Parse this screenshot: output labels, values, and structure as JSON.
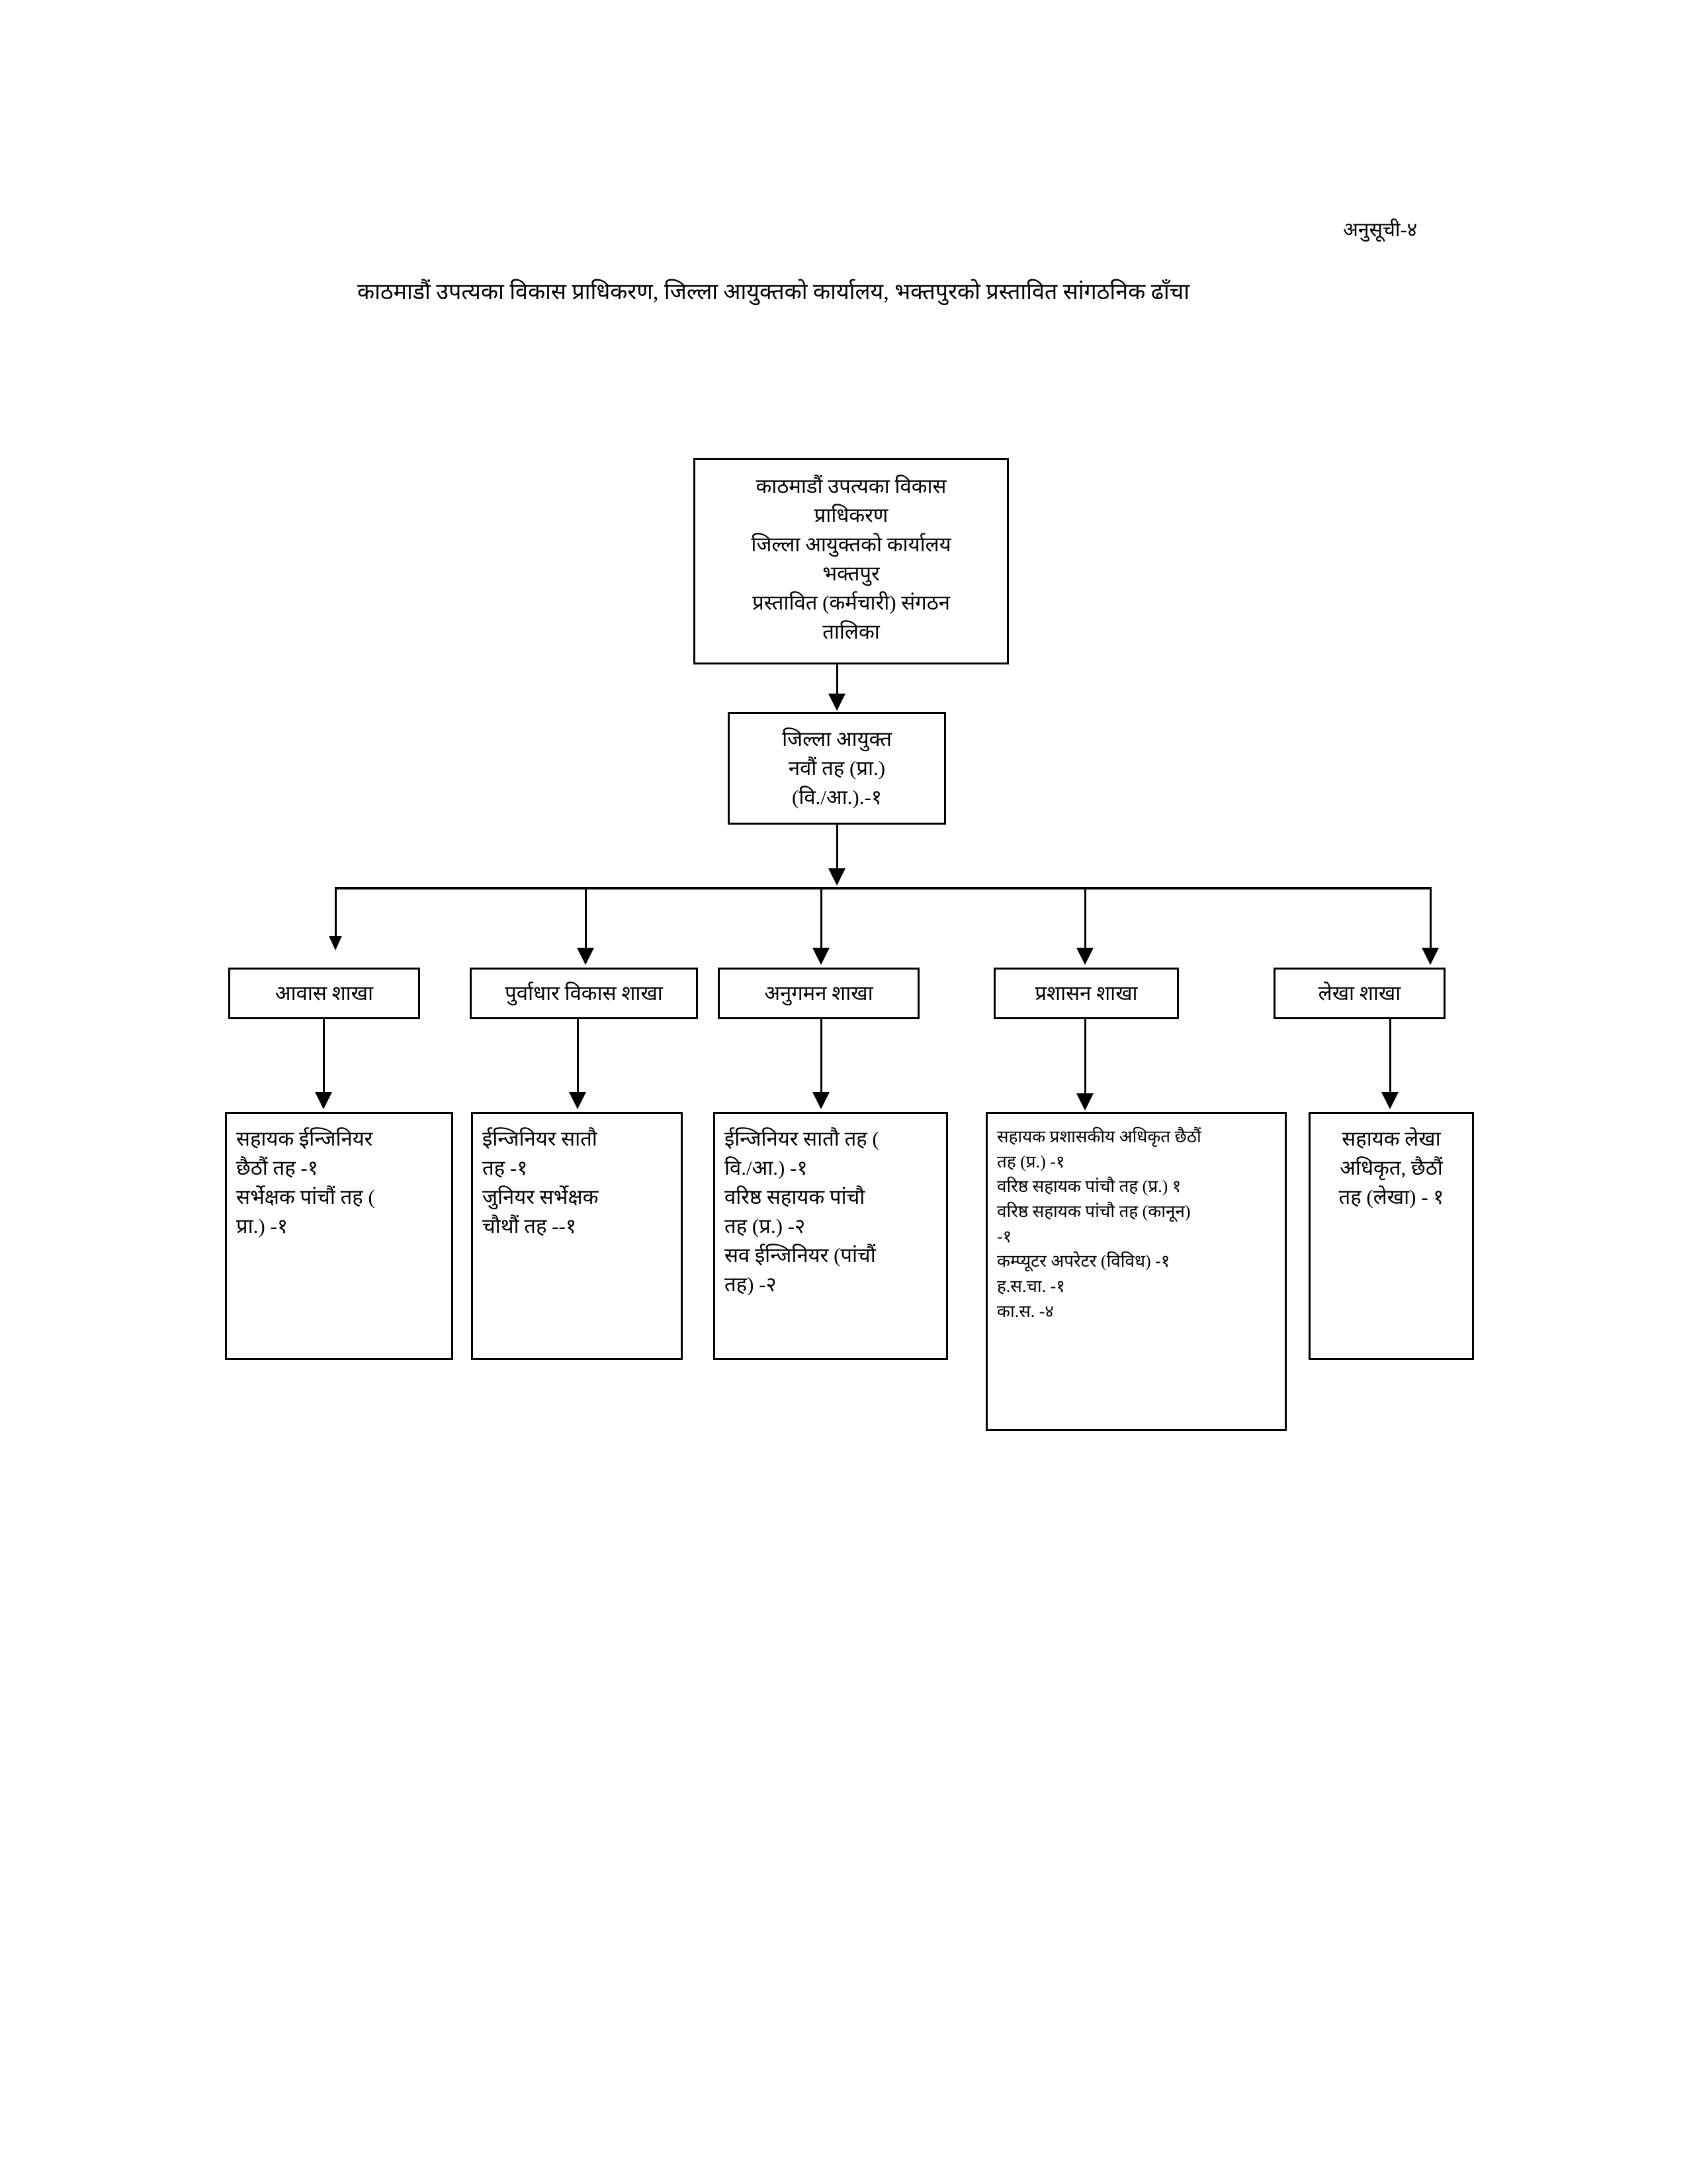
{
  "document": {
    "schedule_label": "अनुसूची-४",
    "title": "काठमाडौं उपत्यका विकास प्राधिकरण, जिल्ला आयुक्तको कार्यालय, भक्तपुरको प्रस्तावित सांगठनिक ढाँचा"
  },
  "chart": {
    "type": "org-chart",
    "root": {
      "name": "root-node",
      "lines": [
        "काठमाडौं उपत्यका विकास",
        "प्राधिकरण",
        "जिल्ला आयुक्तको कार्यालय",
        "भक्तपुर",
        "प्रस्तावित (कर्मचारी) संगठन",
        "तालिका"
      ]
    },
    "commissioner": {
      "name": "district-commissioner-node",
      "lines": [
        "जिल्ला आयुक्त",
        "नवौं तह (प्रा.)",
        "(वि./आ.).-१"
      ]
    },
    "branches": [
      {
        "id": "housing",
        "label": "आवास शाखा",
        "staff": [
          "सहायक ईन्जिनियर",
          "छैठौं तह -१",
          "सर्भेक्षक पांचौं तह (",
          "प्रा.) -१"
        ]
      },
      {
        "id": "infrastructure-development",
        "label": "पुर्वाधार विकास  शाखा",
        "staff": [
          "ईन्जिनियर सातौ",
          "तह -१",
          "जुनियर सर्भेक्षक",
          "चौथौं तह --१"
        ]
      },
      {
        "id": "monitoring",
        "label": "अनुगमन शाखा",
        "staff": [
          "ईन्जिनियर सातौ तह (",
          "वि./आ.) -१",
          "वरिष्ठ सहायक पांचौ",
          "तह (प्र.) -२",
          "सव ईन्जिनियर (पांचौं",
          "तह) -२"
        ]
      },
      {
        "id": "administration",
        "label": "प्रशासन शाखा",
        "staff": [
          "सहायक प्रशासकीय अधिकृत छैठौं",
          "तह (प्र.) -१",
          "वरिष्ठ सहायक पांचौ तह (प्र.) १",
          "वरिष्ठ सहायक पांचौ तह (कानून)",
          "-१",
          "कम्प्यूटर अपरेटर (विविध) -१",
          "ह.स.चा. -१",
          "का.स.  -४"
        ]
      },
      {
        "id": "accounts",
        "label": "लेखा शाखा",
        "staff": [
          "सहायक लेखा",
          "अधिकृत, छैठौं",
          "तह (लेखा) - १"
        ]
      }
    ]
  },
  "colors": {
    "line": "#000000",
    "background": "#ffffff",
    "text": "#000000"
  }
}
